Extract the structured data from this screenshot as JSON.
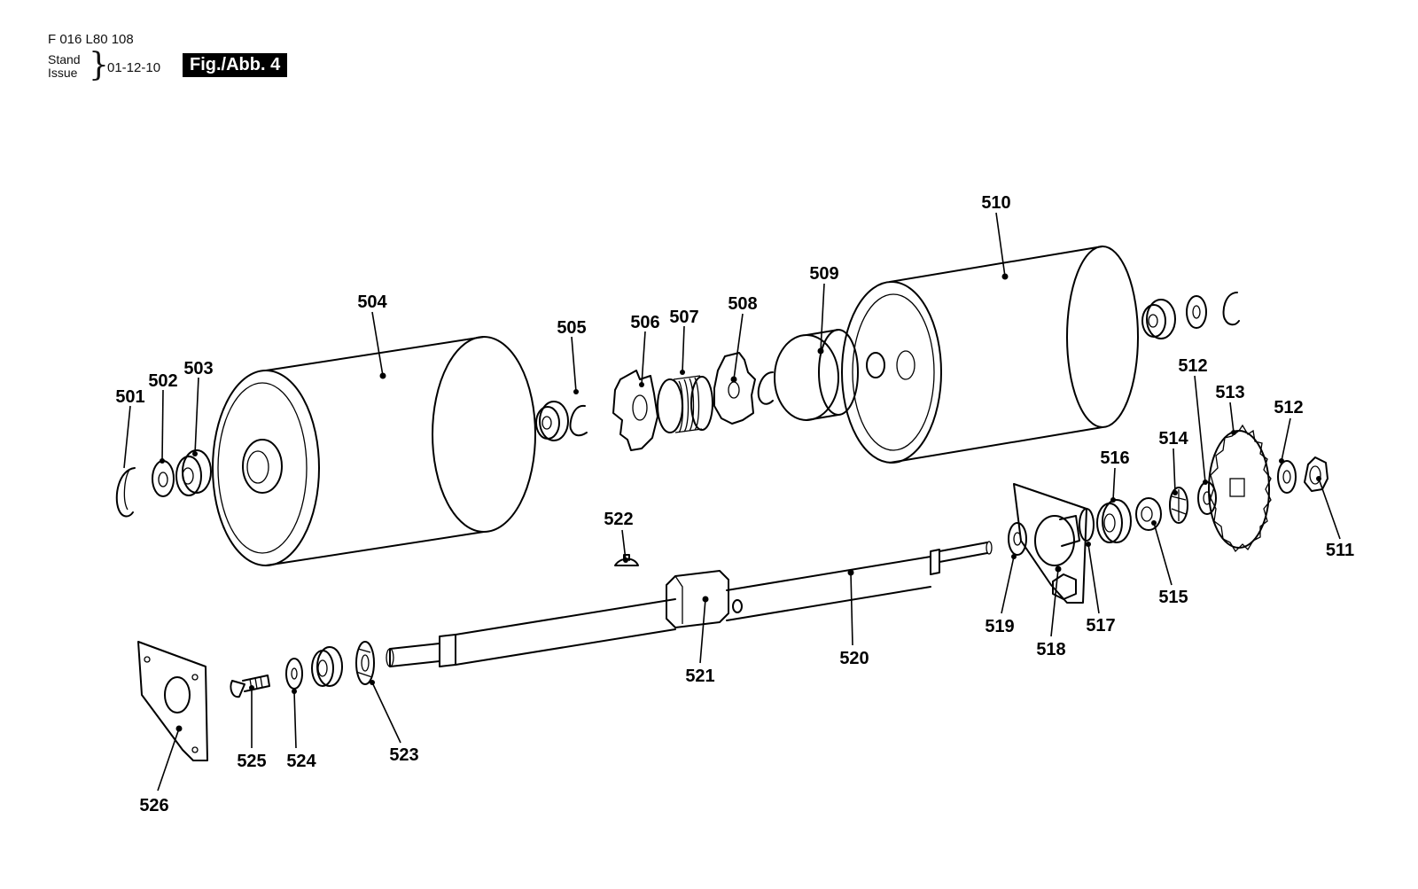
{
  "header": {
    "doc_code": "F 016 L80 108",
    "stand_label": "Stand",
    "issue_label": "Issue",
    "brace": "}",
    "date": "01-12-10",
    "figure_label": "Fig./Abb. 4"
  },
  "parts": {
    "p501": "501",
    "p502": "502",
    "p503": "503",
    "p504": "504",
    "p505": "505",
    "p506": "506",
    "p507": "507",
    "p508": "508",
    "p509": "509",
    "p510": "510",
    "p511": "511",
    "p512a": "512",
    "p512b": "512",
    "p513": "513",
    "p514": "514",
    "p515": "515",
    "p516": "516",
    "p517": "517",
    "p518": "518",
    "p519": "519",
    "p520": "520",
    "p521": "521",
    "p522": "522",
    "p523": "523",
    "p524": "524",
    "p525": "525",
    "p526": "526"
  }
}
